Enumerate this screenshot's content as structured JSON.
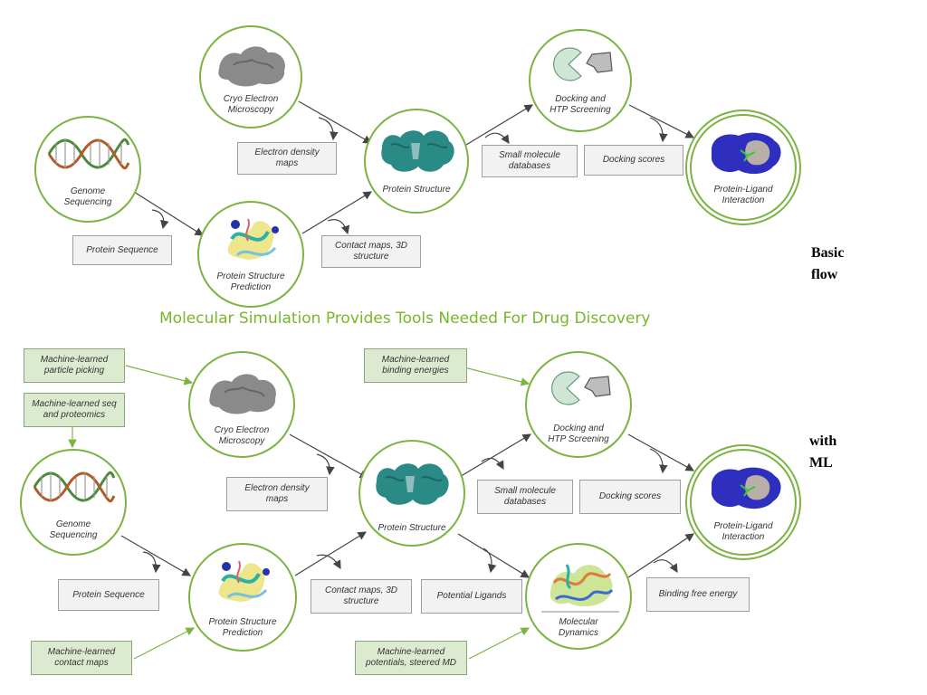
{
  "title": "Molecular Simulation Provides Tools Needed For Drug Discovery",
  "side_labels": {
    "basic": "Basic\nflow",
    "ml": "with\nML"
  },
  "colors": {
    "accent_green": "#7cb342",
    "title_green": "#76b82a",
    "ml_box_fill": "#dcebd0",
    "box_fill": "#f2f2f2",
    "arrow": "#444444"
  },
  "top": {
    "nodes": {
      "genome": "Genome\nSequencing",
      "cryo": "Cryo Electron\nMicroscopy",
      "prediction": "Protein Structure\nPrediction",
      "structure": "Protein Structure",
      "docking": "Docking and\nHTP Screening",
      "interaction": "Protein-Ligand\nInteraction"
    },
    "boxes": {
      "sequence": "Protein Sequence",
      "density": "Electron density\nmaps",
      "contact": "Contact maps, 3D\nstructure",
      "smallmol": "Small molecule\ndatabases",
      "scores": "Docking scores"
    }
  },
  "bottom": {
    "nodes": {
      "genome": "Genome\nSequencing",
      "cryo": "Cryo Electron\nMicroscopy",
      "prediction": "Protein Structure\nPrediction",
      "structure": "Protein Structure",
      "docking": "Docking and\nHTP Screening",
      "interaction": "Protein-Ligand\nInteraction",
      "dynamics": "Molecular\nDynamics"
    },
    "boxes": {
      "sequence": "Protein Sequence",
      "density": "Electron density\nmaps",
      "contact": "Contact maps, 3D\nstructure",
      "smallmol": "Small molecule\ndatabases",
      "scores": "Docking scores",
      "ligands": "Potential Ligands",
      "freeenergy": "Binding free energy"
    },
    "ml_boxes": {
      "picking": "Machine-learned\nparticle picking",
      "seq": "Machine-learned seq\nand proteomics",
      "binding": "Machine-learned\nbinding energies",
      "contact": "Machine-learned\ncontact maps",
      "potentials": "Machine-learned\npotentials, steered MD"
    }
  }
}
